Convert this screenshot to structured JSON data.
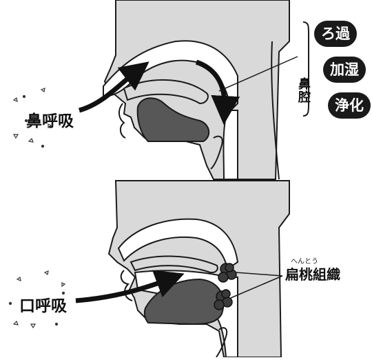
{
  "top_panel": {
    "breath_label": "鼻呼吸",
    "functions": [
      "ろ過",
      "加湿",
      "浄化"
    ],
    "cavity_label": "鼻腔"
  },
  "bottom_panel": {
    "breath_label": "口呼吸",
    "tonsil_ruby": "へんとう",
    "tonsil_label": "扁桃組織"
  },
  "colors": {
    "tissue": "#d9d9d9",
    "tongue": "#575757",
    "outline": "#1a1a1a",
    "pill_bg": "#1a1a1a",
    "pill_text": "#ffffff"
  }
}
